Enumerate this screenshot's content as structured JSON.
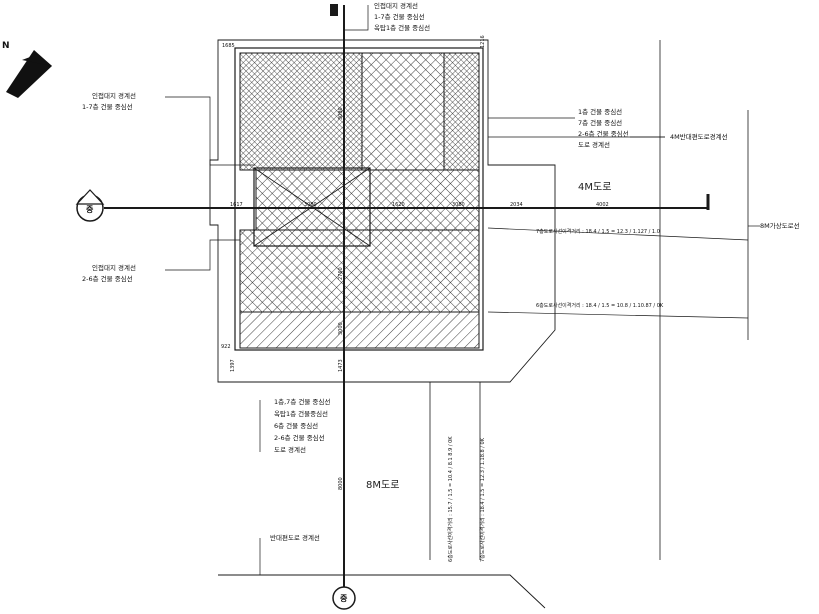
{
  "north_arrow": {
    "letter": "N"
  },
  "axis_markers": {
    "left": "중",
    "bottom": "중"
  },
  "road_labels": {
    "east": "4M도로",
    "south": "8M도로"
  },
  "labels_top": [
    "인접대지 경계선",
    "1-7층 건물 중심선",
    "옥탑1층 건물 중심선"
  ],
  "labels_upper_left": [
    "인접대지 경계선",
    "1-7층 건물 중심선"
  ],
  "labels_lower_left": [
    "인접대지 경계선",
    "2-6층 건물 중심선"
  ],
  "labels_right": [
    "1층 건물 중심선",
    "7층 건물 중심선",
    "2-6층 건물 중심선",
    "도로 경계선"
  ],
  "label_right_far": "4M반대편도로경계선",
  "label_right_road": "8M가상도로선",
  "labels_bottom": [
    "1층,7층 건물 중심선",
    "옥탑1층 건물중심선",
    "6층 건물 중심선",
    "2-6층 건물 중심선",
    "도로 경계선"
  ],
  "label_bottom_far": "반대편도로 경계선",
  "distance_notes": {
    "upper": "7층도로사선이격거리 : 18.4 / 1.5 = 12.3 / 1.127 / 1.0",
    "lower": "6층도로사선이격거리 : 18.4 / 1.5 = 10.8 / 1.10.87 / 0K",
    "vertical_left": "6층도로사선이격거리 : 15.7 / 1.5 = 10.4 / 8.1 8.9 / 0K",
    "vertical_right": "7층도로사선이격거리 : 18.4 / 1.5 = 12.3 / 1.18.8 / 0K"
  },
  "dims": {
    "top_left": "1685",
    "top_right": "1216",
    "horizontal": [
      "1617",
      "3080",
      "1620",
      "3080",
      "2034",
      "4002"
    ],
    "vertical_center": [
      "3080",
      "2760",
      "3000",
      "1473",
      "8000"
    ],
    "left_small": [
      "922",
      "1397"
    ]
  },
  "colors": {
    "line": "#1a1a1a",
    "hatch": "#2a2a2a"
  }
}
